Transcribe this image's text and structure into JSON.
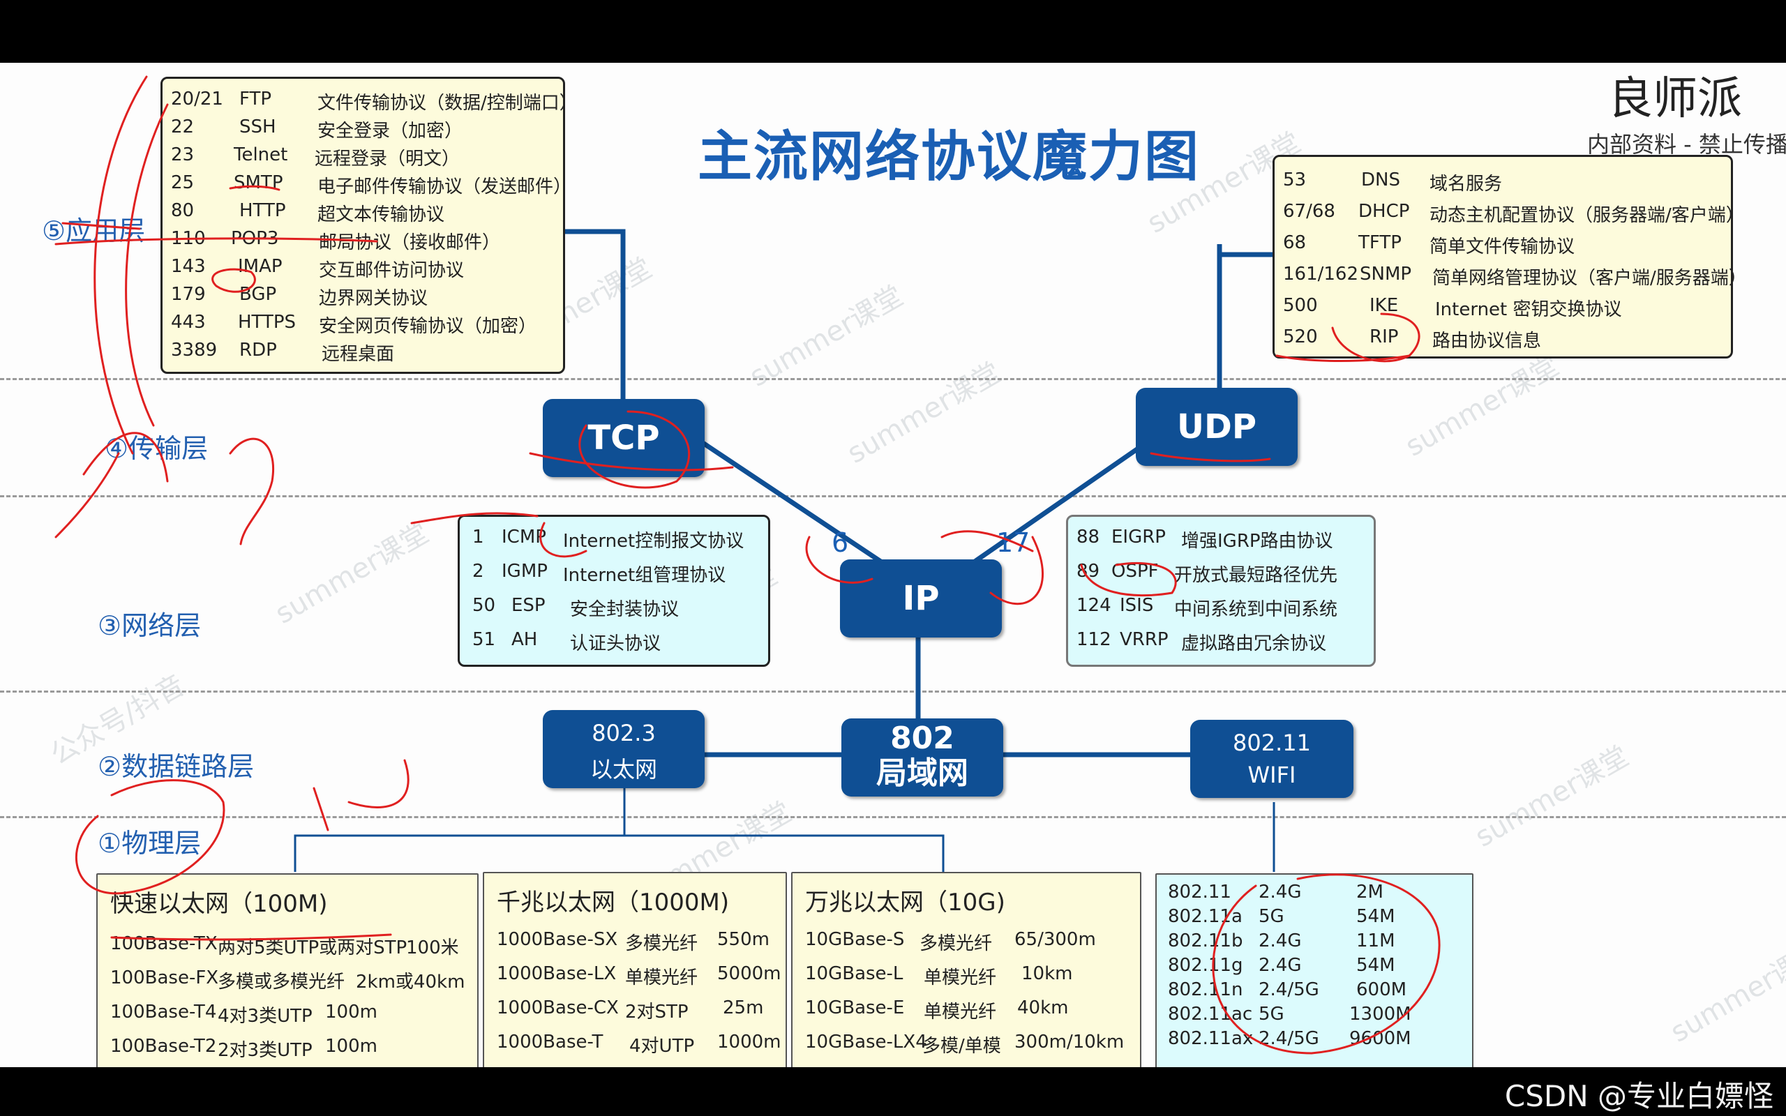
{
  "title": "主流网络协议魔力图",
  "brand": "良师派",
  "brand_sub": "内部资料 - 禁止传播",
  "watermark": "summer课堂",
  "watermark2": "公众号/抖音",
  "layers": [
    "⑤应用层",
    "④传输层",
    "③网络层",
    "②数据链路层",
    "①物理层"
  ],
  "tcp_apps": [
    {
      "port": "20/21",
      "name": "FTP",
      "desc": "文件传输协议（数据/控制端口）"
    },
    {
      "port": "22",
      "name": "SSH",
      "desc": "安全登录（加密）"
    },
    {
      "port": "23",
      "name": "Telnet",
      "desc": "远程登录（明文）"
    },
    {
      "port": "25",
      "name": "SMTP",
      "desc": "电子邮件传输协议（发送邮件）"
    },
    {
      "port": "80",
      "name": "HTTP",
      "desc": "超文本传输协议"
    },
    {
      "port": "110",
      "name": "POP3",
      "desc": "邮局协议（接收邮件）"
    },
    {
      "port": "143",
      "name": "IMAP",
      "desc": "交互邮件访问协议"
    },
    {
      "port": "179",
      "name": "BGP",
      "desc": "边界网关协议"
    },
    {
      "port": "443",
      "name": "HTTPS",
      "desc": "安全网页传输协议（加密）"
    },
    {
      "port": "3389",
      "name": "RDP",
      "desc": "远程桌面"
    }
  ],
  "udp_apps": [
    {
      "port": "53",
      "name": "DNS",
      "desc": "域名服务"
    },
    {
      "port": "67/68",
      "name": "DHCP",
      "desc": "动态主机配置协议（服务器端/客户端）"
    },
    {
      "port": "68",
      "name": "TFTP",
      "desc": "简单文件传输协议"
    },
    {
      "port": "161/162",
      "name": "SNMP",
      "desc": "简单网络管理协议（客户端/服务器端）"
    },
    {
      "port": "500",
      "name": "IKE",
      "desc": "Internet 密钥交换协议"
    },
    {
      "port": "520",
      "name": "RIP",
      "desc": "路由协议信息"
    }
  ],
  "nodes": {
    "tcp": "TCP",
    "udp": "UDP",
    "ip": "IP",
    "lan_1": "802",
    "lan_2": "局域网",
    "eth_1": "802.3",
    "eth_2": "以太网",
    "wifi_1": "802.11",
    "wifi_2": "WIFI"
  },
  "ports": {
    "tcp": "6",
    "udp": "17"
  },
  "ip_left": [
    {
      "num": "1",
      "name": "ICMP",
      "desc": "Internet控制报文协议"
    },
    {
      "num": "2",
      "name": "IGMP",
      "desc": "Internet组管理协议"
    },
    {
      "num": "50",
      "name": "ESP",
      "desc": "安全封装协议"
    },
    {
      "num": "51",
      "name": "AH",
      "desc": "认证头协议"
    }
  ],
  "ip_right": [
    {
      "num": "88",
      "name": "EIGRP",
      "desc": "增强IGRP路由协议"
    },
    {
      "num": "89",
      "name": "OSPF",
      "desc": "开放式最短路径优先"
    },
    {
      "num": "124",
      "name": "ISIS",
      "desc": "中间系统到中间系统"
    },
    {
      "num": "112",
      "name": "VRRP",
      "desc": "虚拟路由冗余协议"
    }
  ],
  "fast_eth": {
    "title": "快速以太网（100M)",
    "rows": [
      {
        "std": "100Base-TX",
        "media": "两对5类UTP或两对STP",
        "dist": "100米"
      },
      {
        "std": "100Base-FX",
        "media": "多模或多模光纤",
        "dist": "2km或40km"
      },
      {
        "std": "100Base-T4",
        "media": "4对3类UTP",
        "dist": "100m"
      },
      {
        "std": "100Base-T2",
        "media": "2对3类UTP",
        "dist": "100m"
      }
    ]
  },
  "gig_eth": {
    "title": "千兆以太网（1000M)",
    "rows": [
      {
        "std": "1000Base-SX",
        "media": "多模光纤",
        "dist": "550m"
      },
      {
        "std": "1000Base-LX",
        "media": "单模光纤",
        "dist": "5000m"
      },
      {
        "std": "1000Base-CX",
        "media": "2对STP",
        "dist": "25m"
      },
      {
        "std": "1000Base-T",
        "media": "4对UTP",
        "dist": "1000m"
      }
    ]
  },
  "tengig_eth": {
    "title": "万兆以太网（10G)",
    "rows": [
      {
        "std": "10GBase-S",
        "media": "多模光纤",
        "dist": "65/300m"
      },
      {
        "std": "10GBase-L",
        "media": "单模光纤",
        "dist": "10km"
      },
      {
        "std": "10GBase-E",
        "media": "单模光纤",
        "dist": "40km"
      },
      {
        "std": "10GBase-LX4",
        "media": "多模/单模",
        "dist": "300m/10km"
      }
    ]
  },
  "wifi_table": [
    {
      "std": "802.11",
      "band": "2.4G",
      "rate": "2M"
    },
    {
      "std": "802.11a",
      "band": "5G",
      "rate": "54M"
    },
    {
      "std": "802.11b",
      "band": "2.4G",
      "rate": "11M"
    },
    {
      "std": "802.11g",
      "band": "2.4G",
      "rate": "54M"
    },
    {
      "std": "802.11n",
      "band": "2.4/5G",
      "rate": "600M"
    },
    {
      "std": "802.11ac",
      "band": "5G",
      "rate": "1300M"
    },
    {
      "std": "802.11ax",
      "band": "2.4/5G",
      "rate": "9600M"
    }
  ],
  "footer": "CSDN @专业白嫖怪",
  "colors": {
    "node": "#0f4f94",
    "title": "#1a5fb4",
    "yellow_box": "#fdfbdc",
    "cyan_box": "#dcfbfd",
    "annotation": "#e02020"
  }
}
